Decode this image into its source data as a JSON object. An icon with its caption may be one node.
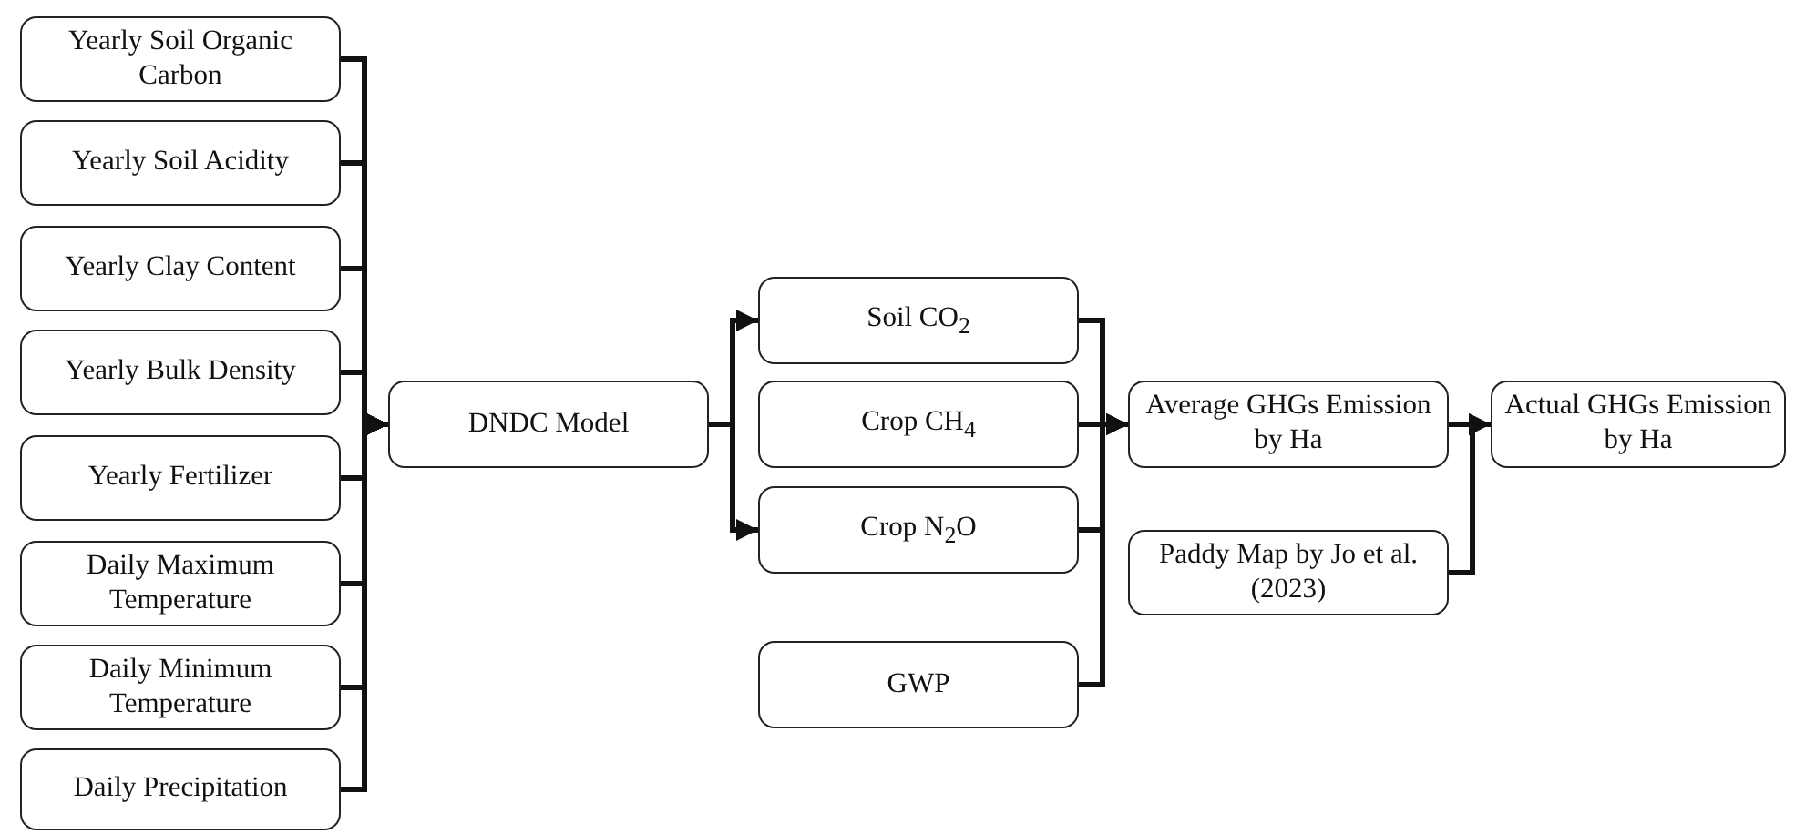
{
  "diagram": {
    "nodes": [
      {
        "text": [
          "Yearly Soil Organic Carbon"
        ]
      },
      {
        "text": [
          "Yearly Soil Acidity"
        ]
      },
      {
        "text": [
          "Yearly Clay Content"
        ]
      },
      {
        "text": [
          "Yearly Bulk Density"
        ]
      },
      {
        "text": [
          "Yearly Fertilizer"
        ]
      },
      {
        "text": [
          "Daily Maximum Temperature"
        ]
      },
      {
        "text": [
          "Daily Minimum Temperature"
        ]
      },
      {
        "text": [
          "Daily Precipitation"
        ]
      },
      {
        "text": [
          "DNDC Model"
        ]
      },
      {
        "text": [
          "Soil CO$_{2}$"
        ]
      },
      {
        "text": [
          "Crop CH$_{4}$"
        ]
      },
      {
        "text": [
          "Crop N$_{2}$O"
        ]
      },
      {
        "text": [
          "GWP"
        ]
      },
      {
        "text": [
          "Average GHGs Emission by Ha"
        ]
      },
      {
        "text": [
          "Paddy Map by Jo et al. (2023)"
        ]
      },
      {
        "text": [
          "Actual GHGs Emission by Ha"
        ]
      }
    ],
    "edges": [
      {
        "from": 0,
        "to": 8,
        "arrow": "to"
      },
      {
        "from": 1,
        "to": 8,
        "arrow": "to"
      },
      {
        "from": 2,
        "to": 8,
        "arrow": "to"
      },
      {
        "from": 3,
        "to": 8,
        "arrow": "to"
      },
      {
        "from": 4,
        "to": 8,
        "arrow": "to"
      },
      {
        "from": 5,
        "to": 8,
        "arrow": "to"
      },
      {
        "from": 6,
        "to": 8,
        "arrow": "to"
      },
      {
        "from": 7,
        "to": 8,
        "arrow": "to"
      },
      {
        "from": 8,
        "to": 9,
        "arrow": "to"
      },
      {
        "from": 8,
        "to": 11,
        "arrow": "to"
      },
      {
        "from": 9,
        "to": 13,
        "arrow": "to"
      },
      {
        "from": 10,
        "to": 13,
        "arrow": "to"
      },
      {
        "from": 11,
        "to": 13,
        "arrow": "to"
      },
      {
        "from": 12,
        "to": 13,
        "arrow": "to"
      },
      {
        "from": 13,
        "to": 15,
        "arrow": "to"
      },
      {
        "from": 14,
        "to": 15,
        "arrow": "to"
      }
    ]
  }
}
